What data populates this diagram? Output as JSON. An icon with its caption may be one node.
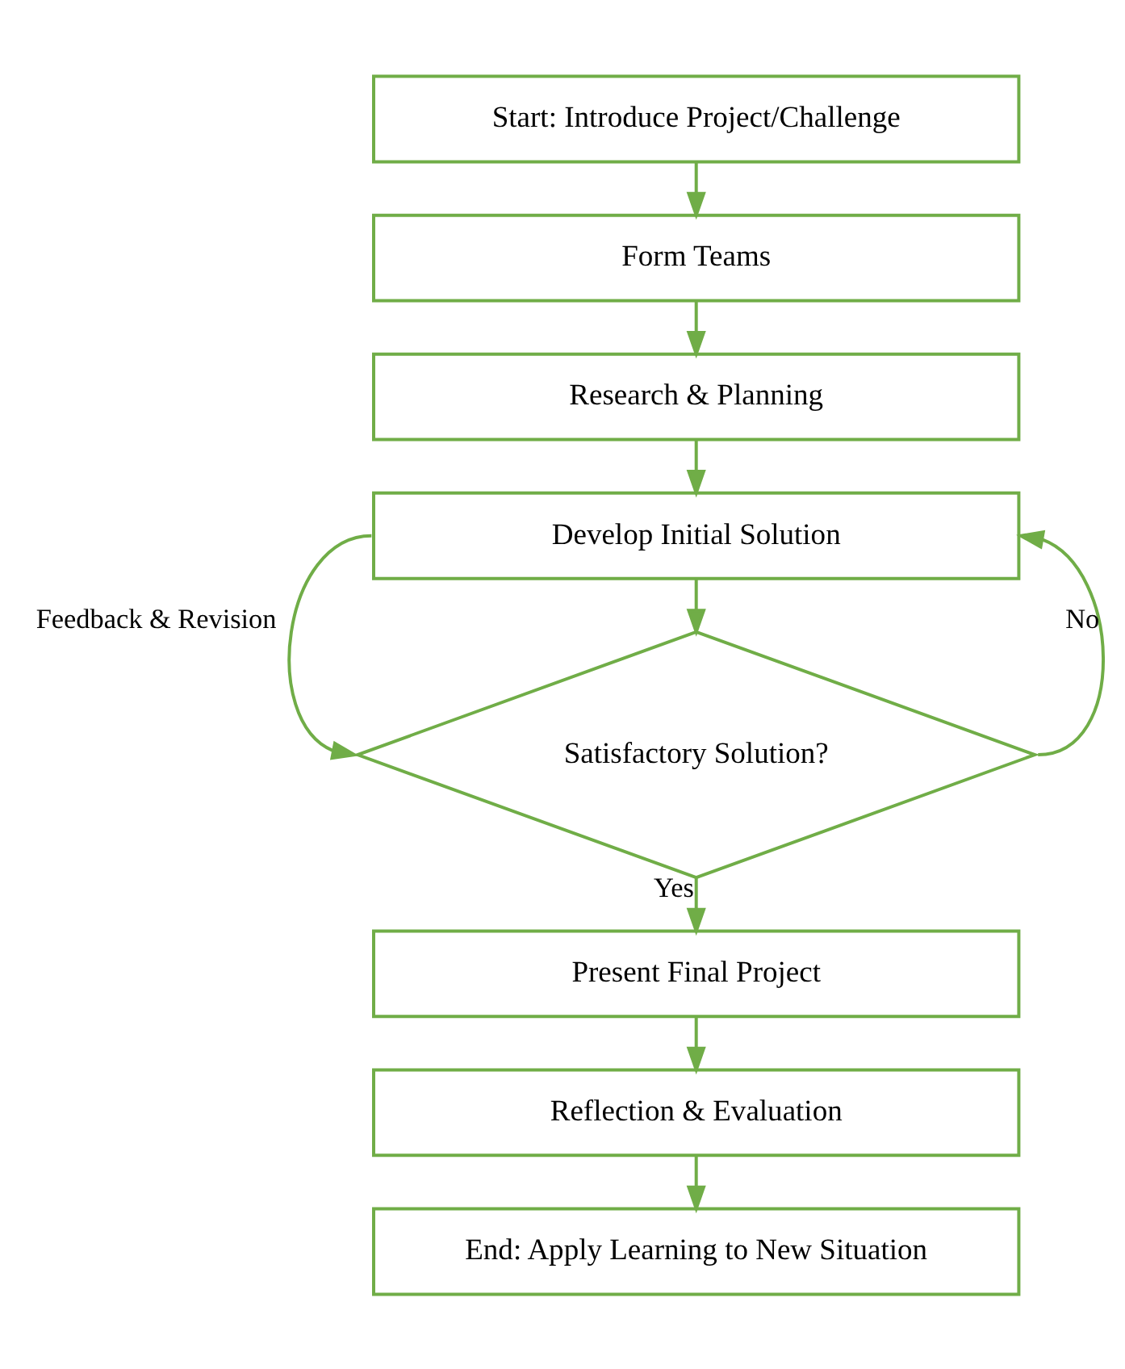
{
  "diagram": {
    "nodes": [
      {
        "text": [
          "Start: Introduce Project/Challenge"
        ]
      },
      {
        "text": [
          "Form Teams"
        ]
      },
      {
        "text": [
          "Research & Planning"
        ]
      },
      {
        "text": [
          "Develop Initial Solution"
        ]
      },
      {
        "text": [
          "Satisfactory Solution?"
        ]
      },
      {
        "text": [
          "Present Final Project"
        ]
      },
      {
        "text": [
          "Reflection & Evaluation"
        ]
      },
      {
        "text": [
          "End: Apply Learning to New Situation"
        ]
      }
    ],
    "edges": [
      {
        "from": 0,
        "to": 1,
        "arrow": "to"
      },
      {
        "from": 1,
        "to": 2,
        "arrow": "to"
      },
      {
        "from": 2,
        "to": 3,
        "arrow": "to"
      },
      {
        "from": 3,
        "to": 4,
        "arrow": "to"
      },
      {
        "from": 3,
        "to": 4,
        "arrow": "to",
        "label": "Feedback & Revision"
      },
      {
        "from": 4,
        "to": 3,
        "arrow": "to",
        "label": "No"
      },
      {
        "from": 4,
        "to": 5,
        "arrow": "to",
        "label": "Yes"
      },
      {
        "from": 5,
        "to": 6,
        "arrow": "to"
      },
      {
        "from": 6,
        "to": 7,
        "arrow": "to"
      }
    ]
  }
}
